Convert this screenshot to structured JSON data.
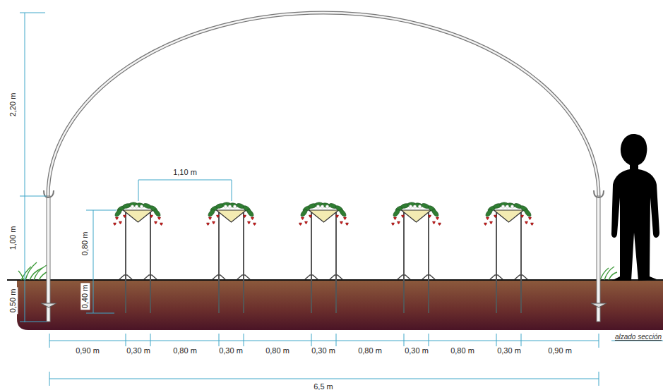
{
  "diagram": {
    "labels": [
      "2,20 m",
      "1,00 m",
      "0,50 m",
      "1,10 m",
      "0,80 m",
      "0,40 m",
      "0,90 m",
      "0,30 m",
      "0,80 m",
      "0,30 m",
      "0,80 m",
      "0,30 m",
      "0,80 m",
      "0,30 m",
      "0,80 m",
      "0,30 m",
      "0,90 m",
      "6,5 m",
      "alzado sección"
    ]
  }
}
